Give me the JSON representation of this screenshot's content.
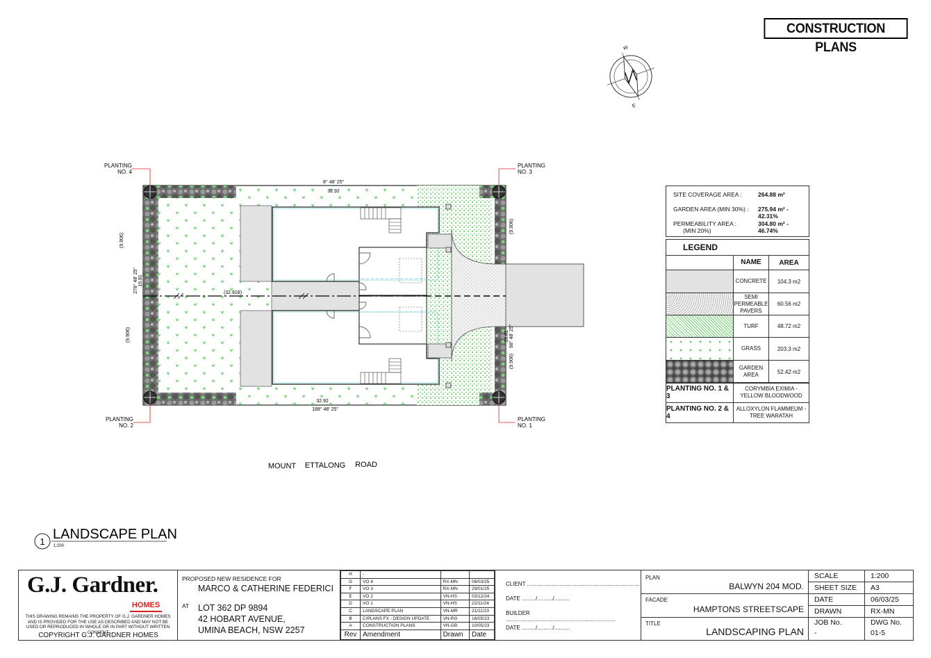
{
  "banner": "CONSTRUCTION PLANS",
  "compass": {
    "labels": [
      "W",
      "E"
    ]
  },
  "site": {
    "road_label": [
      "MOUNT",
      "ETTALONG",
      "ROAD"
    ],
    "dimensions": {
      "top_bearing": "8° 48' 25\"",
      "top_length": "32.92",
      "bottom_length": "32.92",
      "bottom_bearing": "188° 48' 25\"",
      "left_bearing": "278° 48' 25\"",
      "left_length": "19.81",
      "left_upper": "(9.906)",
      "left_lower": "(9.906)",
      "right_upper": "(9.906)",
      "right_lower": "(9.906)",
      "right_bearing": "98° 48' 25\"",
      "right_length": "19.81",
      "centre_line": "(32.918)"
    },
    "plantings": [
      {
        "label": "PLANTING",
        "no": "NO. 4"
      },
      {
        "label": "PLANTING",
        "no": "NO. 3"
      },
      {
        "label": "PLANTING",
        "no": "NO. 2"
      },
      {
        "label": "PLANTING",
        "no": "NO. 1"
      }
    ]
  },
  "coverage": [
    {
      "label": "SITE COVERAGE AREA :",
      "value": "264.88 m²",
      "sub": ""
    },
    {
      "label": "GARDEN AREA (MIN 30%) :",
      "value": "275.94 m²  - 42.31%",
      "sub": ""
    },
    {
      "label": "PERMEABILITY AREA :",
      "value": "304.80 m²  - 46.74%",
      "sub": "(MIN 20%)"
    }
  ],
  "legend": {
    "title": "LEGEND",
    "col_name": "NAME",
    "col_area": "AREA",
    "rows": [
      {
        "name": "CONCRETE",
        "area": "104.3 m2",
        "pattern": "concrete"
      },
      {
        "name": "SEMI PERMEABLE PAVERS",
        "area": "60.56 m2",
        "pattern": "pavers"
      },
      {
        "name": "TURF",
        "area": "48.72 m2",
        "pattern": "turf"
      },
      {
        "name": "GRASS",
        "area": "203.3 m2",
        "pattern": "grass"
      },
      {
        "name": "GARDEN AREA",
        "area": "52.42 m2",
        "pattern": "garden"
      }
    ]
  },
  "planting_table": [
    {
      "label": "PLANTING NO. 1 & 3",
      "spec": "CORYMBIA EXIMIA - YELLOW BLOODWOOD"
    },
    {
      "label": "PLANTING NO. 2 & 4",
      "spec": "ALLOXYLON FLAMMEUM - TREE WARATAH"
    }
  ],
  "drawing": {
    "number": "1",
    "title": "LANDSCAPE PLAN",
    "scale": "1:200"
  },
  "title_block": {
    "logo": "G.J. Gardner.",
    "logo_sub": "HOMES",
    "disclaimer": "THIS DRAWING REMAINS THE PROPERTY OF G.J. GARDNER HOMES AND IS PROVIDED FOR THE USE AS DESCRIBED AND MAY NOT BE USED OR REPRODUCED IN WHOLE OR IN PART WITHOUT WRITTEN CONSENT",
    "copyright": "COPYRIGHT G.J. GARDNER HOMES",
    "proposed": "PROPOSED NEW RESIDENCE FOR",
    "client_name": "MARCO & CATHERINE FEDERICI",
    "at": "AT",
    "address": [
      "LOT 362 DP 9894",
      "42 HOBART AVENUE,",
      "UMINA BEACH, NSW 2257"
    ],
    "revisions": [
      {
        "rev": "H",
        "amend": "-",
        "drawn": "",
        "date": ""
      },
      {
        "rev": "G",
        "amend": "VO 4",
        "drawn": "RX-MN",
        "date": "06/03/25"
      },
      {
        "rev": "F",
        "amend": "VO 3",
        "drawn": "RX-MN",
        "date": "29/01/25"
      },
      {
        "rev": "E",
        "amend": "VO 2",
        "drawn": "VN-HS",
        "date": "03/12/24"
      },
      {
        "rev": "D",
        "amend": "VO 1",
        "drawn": "VN-HS",
        "date": "22/11/24"
      },
      {
        "rev": "C",
        "amend": "LANDSCAPE PLAN",
        "drawn": "VN-MR",
        "date": "21/11/23"
      },
      {
        "rev": "B",
        "amend": "C/PLANS FX - DESIGN UPDATE",
        "drawn": "VN-RG",
        "date": "16/05/23"
      },
      {
        "rev": "A",
        "amend": "CONSTRUCTION PLANS",
        "drawn": "VN-GB",
        "date": "10/05/23"
      }
    ],
    "rev_headers": {
      "rev": "Rev",
      "amend": "Amendment",
      "drawn": "Drawn",
      "date": "Date"
    },
    "signoff": [
      "CLIENT .........................................................................",
      "DATE ........./........../..........",
      "BUILDER .......................................................................",
      "DATE ........./........../.........."
    ],
    "plan_label": "PLAN",
    "plan_value": "BALWYN 204 MOD.",
    "facade_label": "FACADE",
    "facade_value": "HAMPTONS STREETSCAPE",
    "title_label": "TITLE",
    "title_value": "LANDSCAPING PLAN",
    "scale_label": "SCALE",
    "scale_value": "1:200",
    "sheet_label": "SHEET SIZE",
    "sheet_value": "A3",
    "date_label": "DATE",
    "date_value": "06/03/25",
    "drawn_label": "DRAWN",
    "drawn_value": "RX-MN",
    "job_label": "JOB No.",
    "job_value": "-",
    "dwg_label": "DWG No.",
    "dwg_value": "01-5"
  },
  "colors": {
    "grass": "#7fd07f",
    "turf": "#5cc85c",
    "concrete": "#e2e2e2",
    "garden": "#707070",
    "planting_marker": "#d62020",
    "water": "#5fc9d6"
  }
}
